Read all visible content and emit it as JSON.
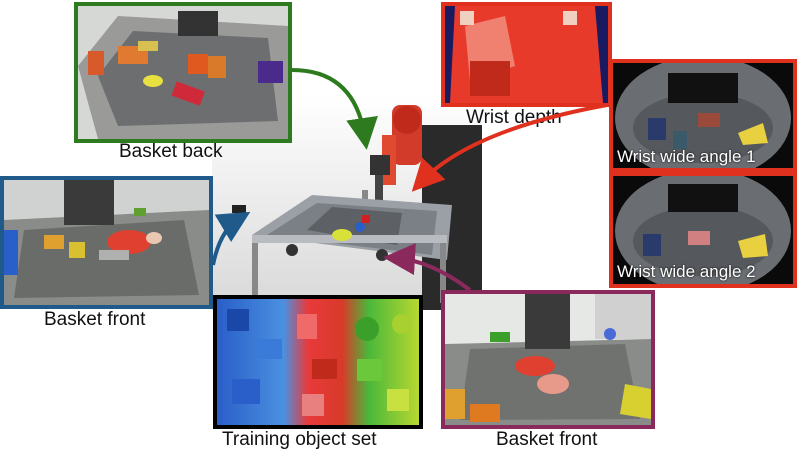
{
  "labels": {
    "basket_back": "Basket back",
    "wrist_depth": "Wrist depth",
    "wrist_wide_1": "Wrist wide angle 1",
    "wrist_wide_2": "Wrist wide angle 2",
    "basket_front_left": "Basket front",
    "basket_front_right": "Basket front",
    "training_objects": "Training object set"
  },
  "colors": {
    "basket_back": "#2e7a1f",
    "wrist": "#e0301e",
    "basket_front_left": "#1f5a8a",
    "basket_front_right": "#8a2a5c",
    "training_objects": "#000000"
  }
}
